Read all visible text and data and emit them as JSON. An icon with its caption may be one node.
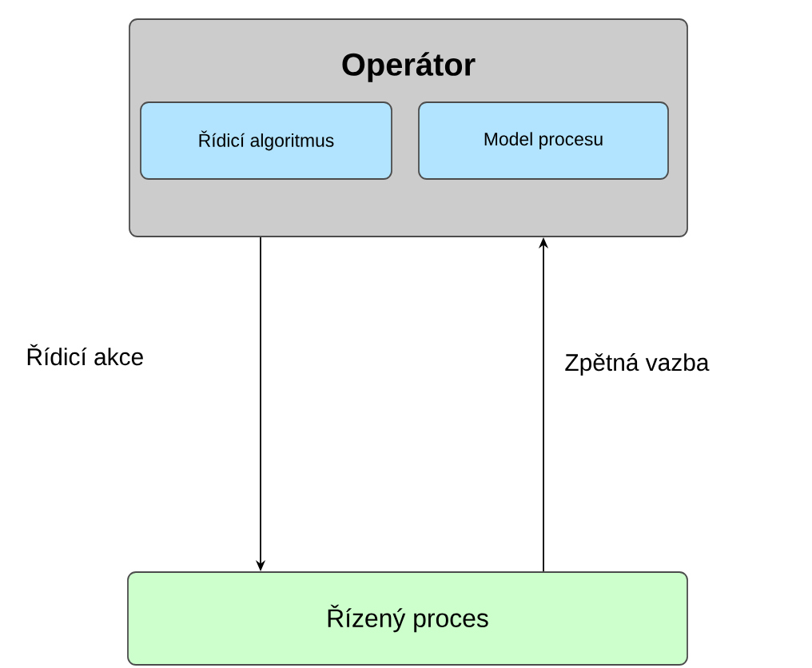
{
  "diagram": {
    "nodes": [
      {
        "text": [
          "Operátor"
        ]
      },
      {
        "text": [
          "Řídicí algoritmus"
        ],
        "in": 0
      },
      {
        "text": [
          "Model procesu"
        ],
        "in": 0
      },
      {
        "text": [
          "Řízený proces"
        ]
      }
    ],
    "edges": [
      {
        "from": 0,
        "to": 3,
        "arrow": "to",
        "label": "Řídicí akce"
      },
      {
        "from": 3,
        "to": 0,
        "arrow": "to",
        "label": "Zpětná vazba"
      }
    ]
  }
}
